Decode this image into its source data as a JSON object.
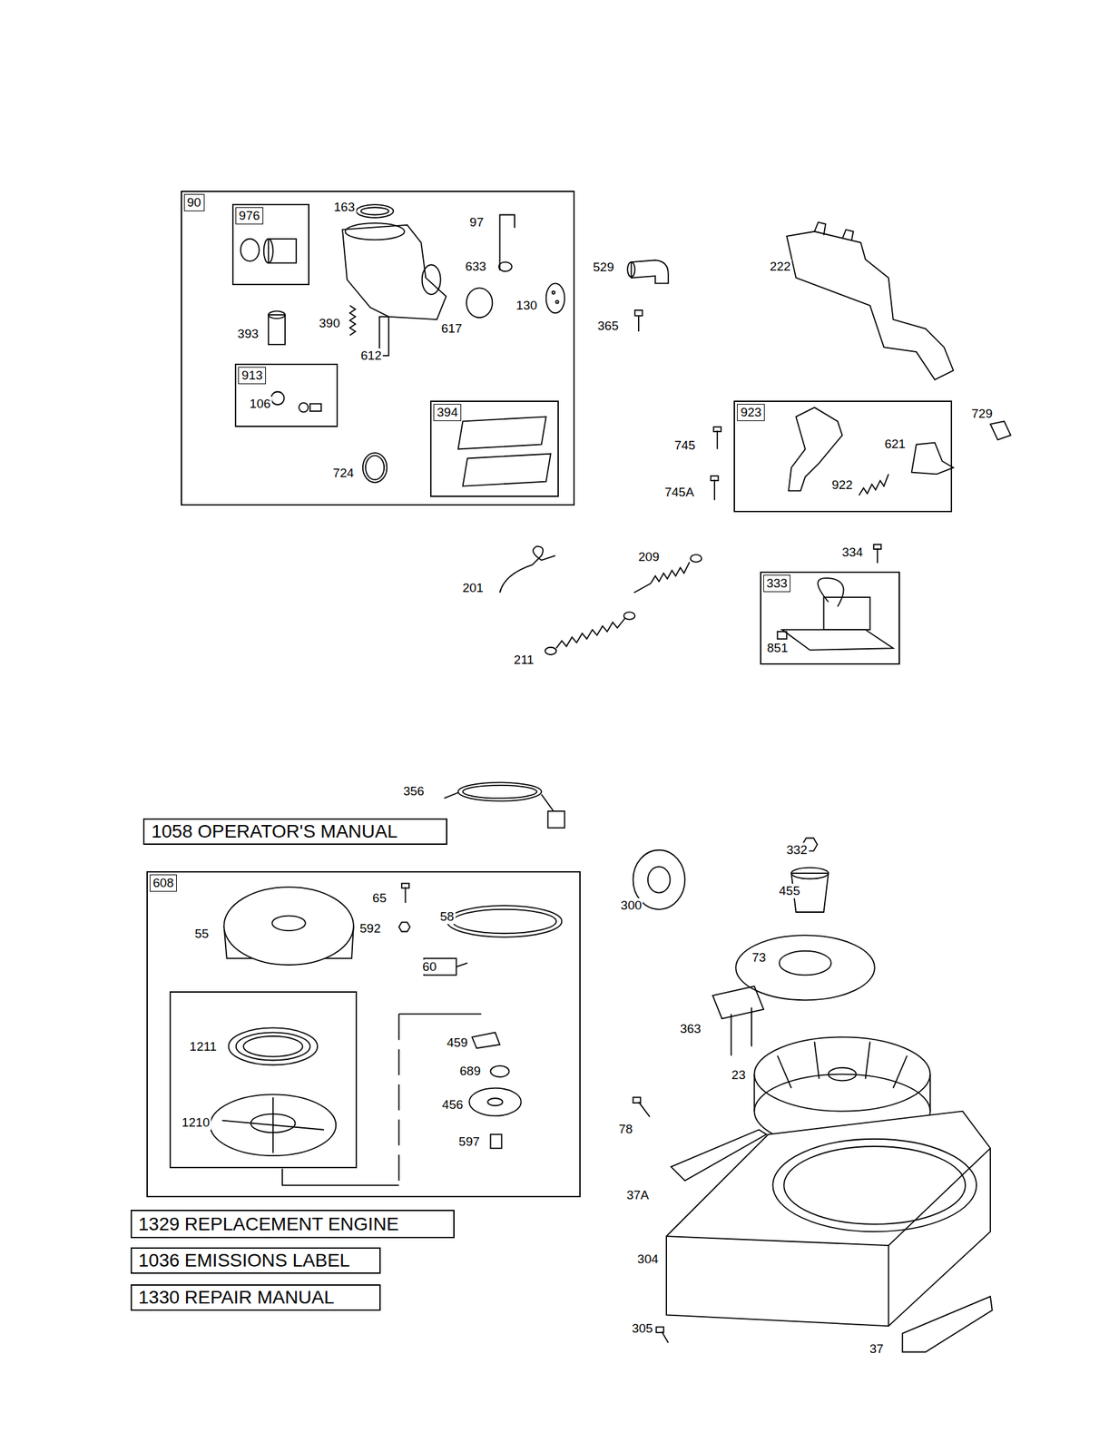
{
  "diagram": {
    "nodes": [
      {
        "text": [
          "90"
        ]
      },
      {
        "text": [
          "976"
        ],
        "in": 0
      },
      {
        "text": [
          "913"
        ],
        "in": 0
      },
      {
        "text": [
          "394"
        ],
        "in": 0
      },
      {
        "text": [
          "923"
        ]
      },
      {
        "text": [
          "333"
        ]
      },
      {
        "text": [
          "1058 OPERATOR'S MANUAL"
        ]
      },
      {
        "text": [
          "608"
        ]
      },
      {
        "text": [
          "1211",
          "1210"
        ],
        "in": 7
      },
      {
        "text": [
          "1329 REPLACEMENT ENGINE"
        ]
      },
      {
        "text": [
          "1036 EMISSIONS LABEL"
        ]
      },
      {
        "text": [
          "1330 REPAIR MANUAL"
        ]
      }
    ],
    "labels": [
      "163",
      "97",
      "633",
      "529",
      "222",
      "130",
      "393",
      "390",
      "617",
      "365",
      "612",
      "106",
      "729",
      "745",
      "621",
      "745A",
      "922",
      "724",
      "334",
      "209",
      "201",
      "211",
      "851",
      "356",
      "332",
      "300",
      "455",
      "65",
      "58",
      "55",
      "592",
      "73",
      "60",
      "363",
      "23",
      "459",
      "689",
      "456",
      "78",
      "597",
      "37A",
      "304",
      "305",
      "37"
    ]
  }
}
